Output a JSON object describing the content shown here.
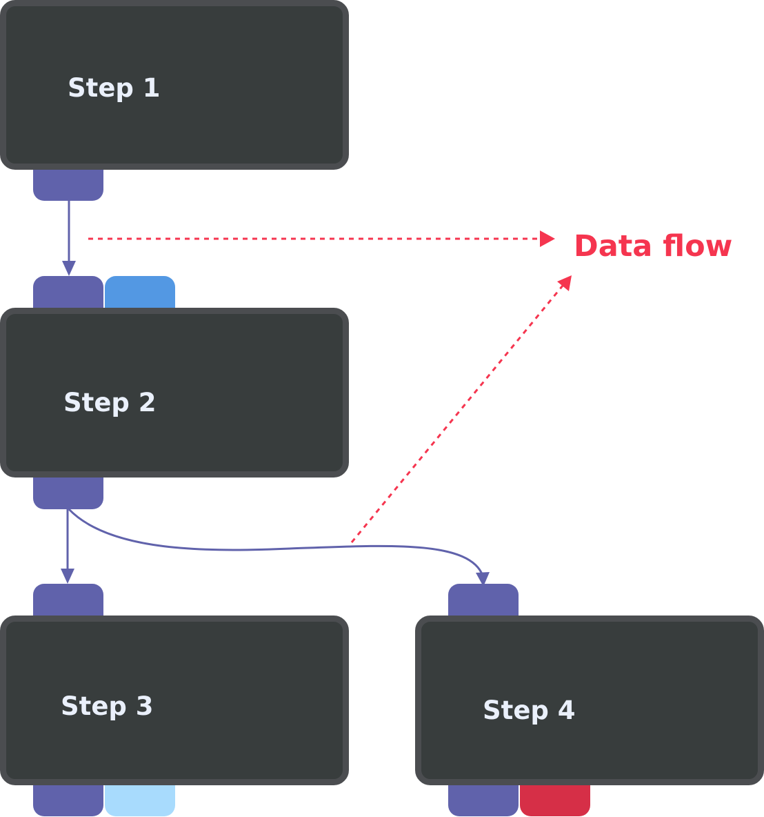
{
  "colors": {
    "node_fill": "#383d3d",
    "node_border": "#4b4d50",
    "node_text": "#eaf0fb",
    "port_purple": "#6062ab",
    "port_blue": "#5398e3",
    "port_light_blue": "#a8dbfd",
    "port_red": "#d62f47",
    "connector": "#6062ab",
    "data_flow": "#f5354f"
  },
  "nodes": [
    {
      "id": "step-1",
      "label": "Step 1"
    },
    {
      "id": "step-2",
      "label": "Step 2"
    },
    {
      "id": "step-3",
      "label": "Step 3"
    },
    {
      "id": "step-4",
      "label": "Step 4"
    }
  ],
  "edges": [
    {
      "from": "step-1",
      "to": "step-2"
    },
    {
      "from": "step-2",
      "to": "step-3"
    },
    {
      "from": "step-2",
      "to": "step-4"
    }
  ],
  "annotation": {
    "label": "Data flow"
  }
}
